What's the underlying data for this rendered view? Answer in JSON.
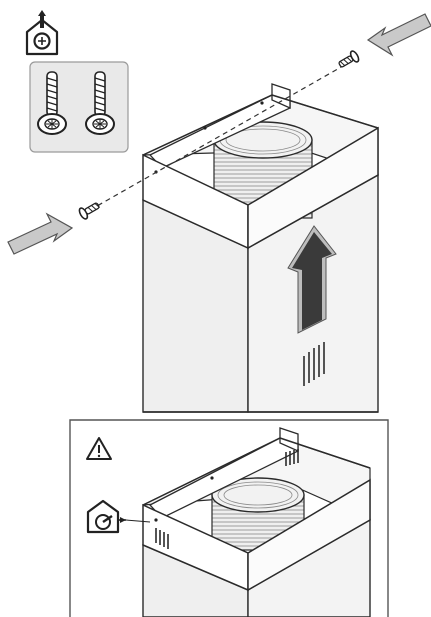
{
  "figure": {
    "kind": "assembly-instruction",
    "step_top": {
      "icons": [
        "house-screwdriver-icon",
        "screws-pair-icon",
        "arrow-left-icon",
        "arrow-right-icon",
        "arrow-up-icon"
      ],
      "parts": [
        "chimney-upper-section",
        "chimney-lower-section",
        "exhaust-duct",
        "screw-left",
        "screw-right"
      ]
    },
    "step_bottom": {
      "icons": [
        "warning-triangle-icon",
        "house-screwdriver-icon"
      ],
      "parts": [
        "chimney-upper-section",
        "chimney-lower-section",
        "exhaust-duct",
        "vent-slots"
      ]
    }
  },
  "colors": {
    "line": "#2b2b2b",
    "panel": "#efefef",
    "panel_shade": "#e4e4e4",
    "arrow_fill": "#c9c9c9",
    "arrow_dark": "#3a3a3a",
    "screws_box": "#e9e9e9"
  }
}
